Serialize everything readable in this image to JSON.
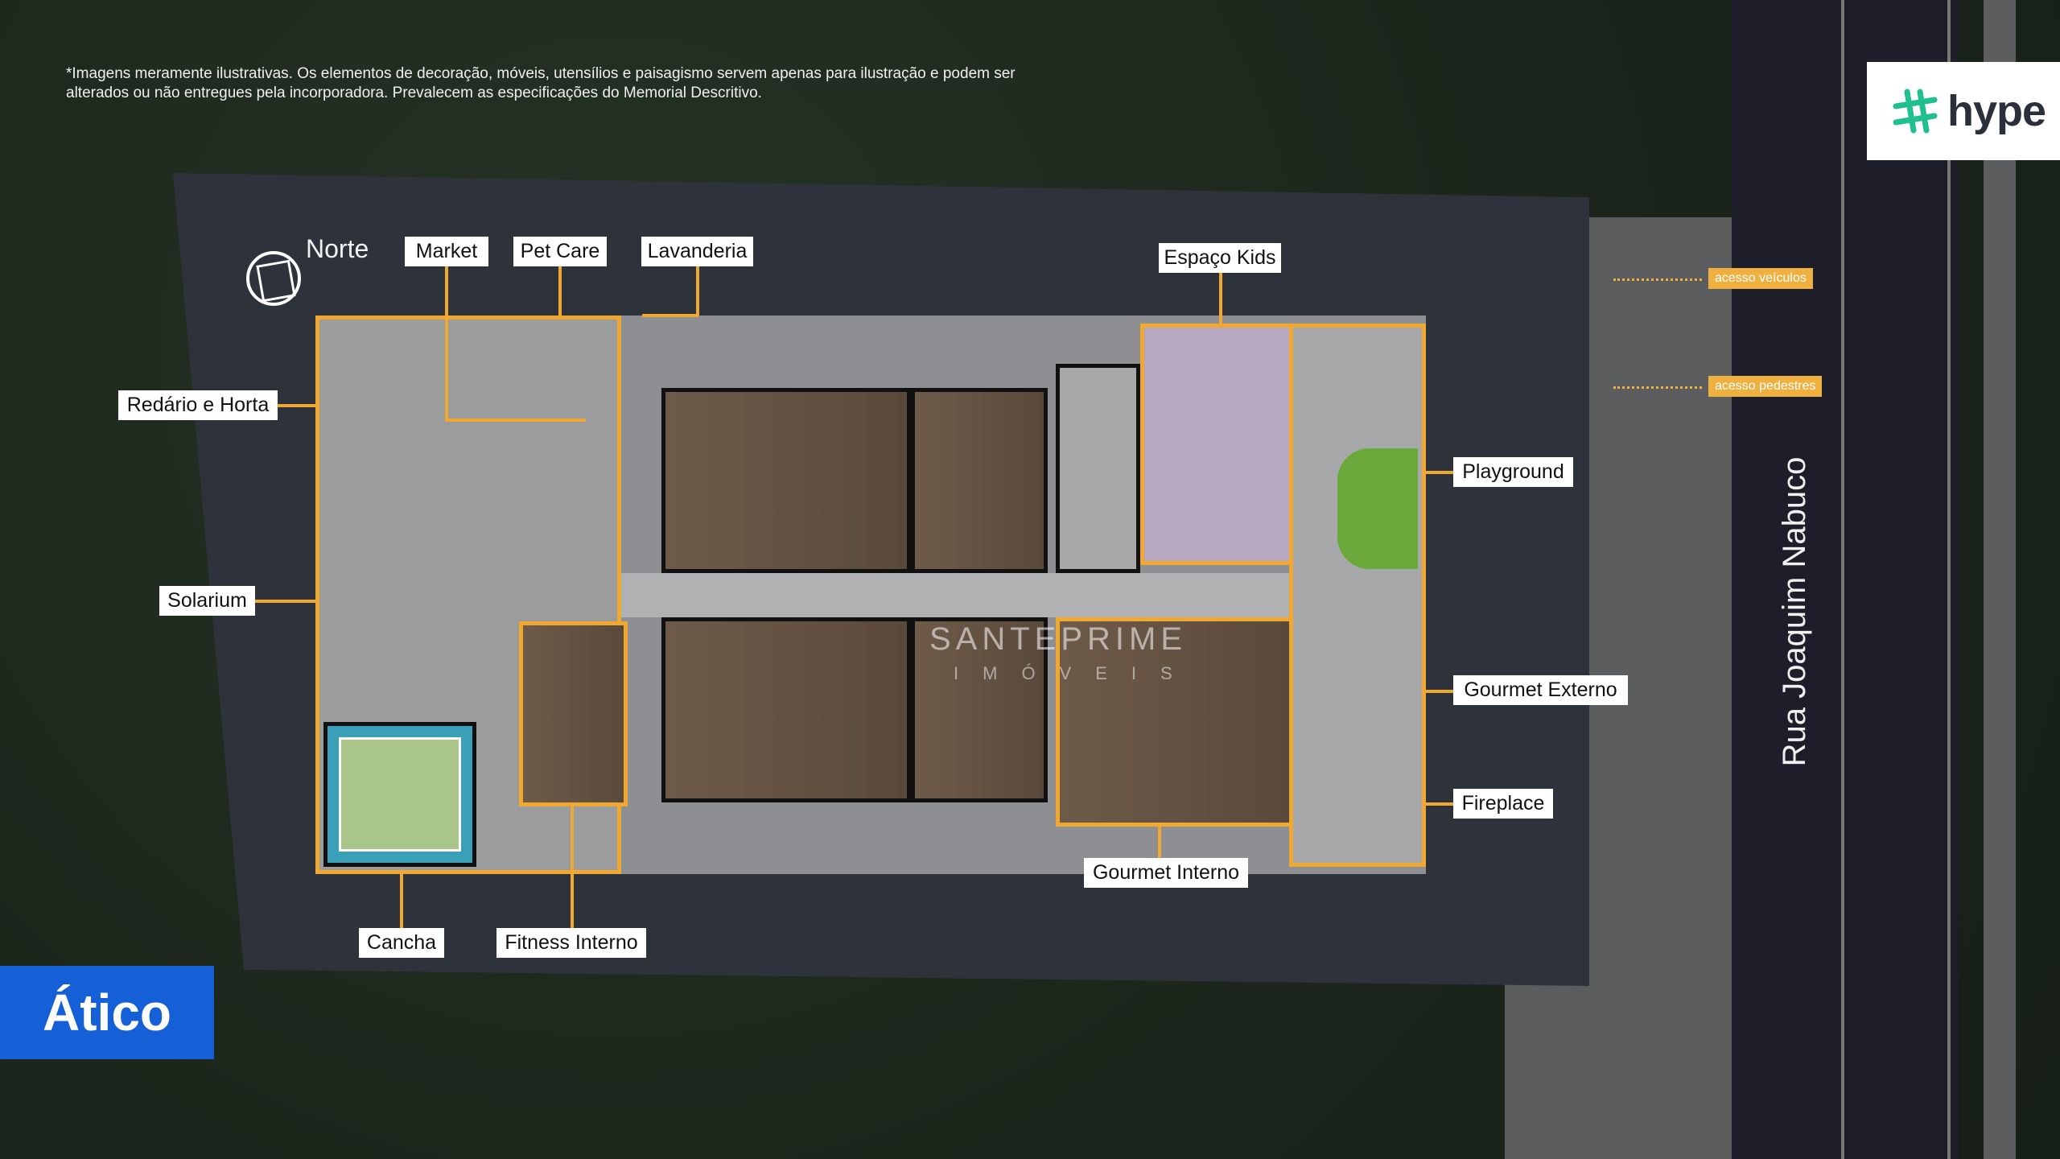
{
  "disclaimer": "*Imagens meramente ilustrativas. Os elementos de decoração, móveis, utensílios e paisagismo servem apenas para ilustração e podem ser alterados ou não entregues pela incorporadora. Prevalecem as especificações do Memorial Descritivo.",
  "compass": {
    "label": "Norte"
  },
  "logo": {
    "text": "hype",
    "icon": "hype-mark-icon",
    "accent": "#1fbf8f"
  },
  "access": {
    "vehicles": "acesso veículos",
    "pedestrians": "acesso pedestres"
  },
  "street": "Rua Joaquim Nabuco",
  "floor_label": "Ático",
  "watermark": {
    "brand": "SANTEPRIME",
    "sub": "IMÓVEIS"
  },
  "labels": {
    "market": "Market",
    "pet_care": "Pet Care",
    "lavanderia": "Lavanderia",
    "espaco_kids": "Espaço Kids",
    "redario": "Redário e Horta",
    "solarium": "Solarium",
    "playground": "Playground",
    "gourmet_externo": "Gourmet Externo",
    "fireplace": "Fireplace",
    "gourmet_interno": "Gourmet Interno",
    "cancha": "Cancha",
    "fitness": "Fitness Interno"
  },
  "colors": {
    "highlight": "#f0a830",
    "floor_badge": "#1560d6"
  }
}
